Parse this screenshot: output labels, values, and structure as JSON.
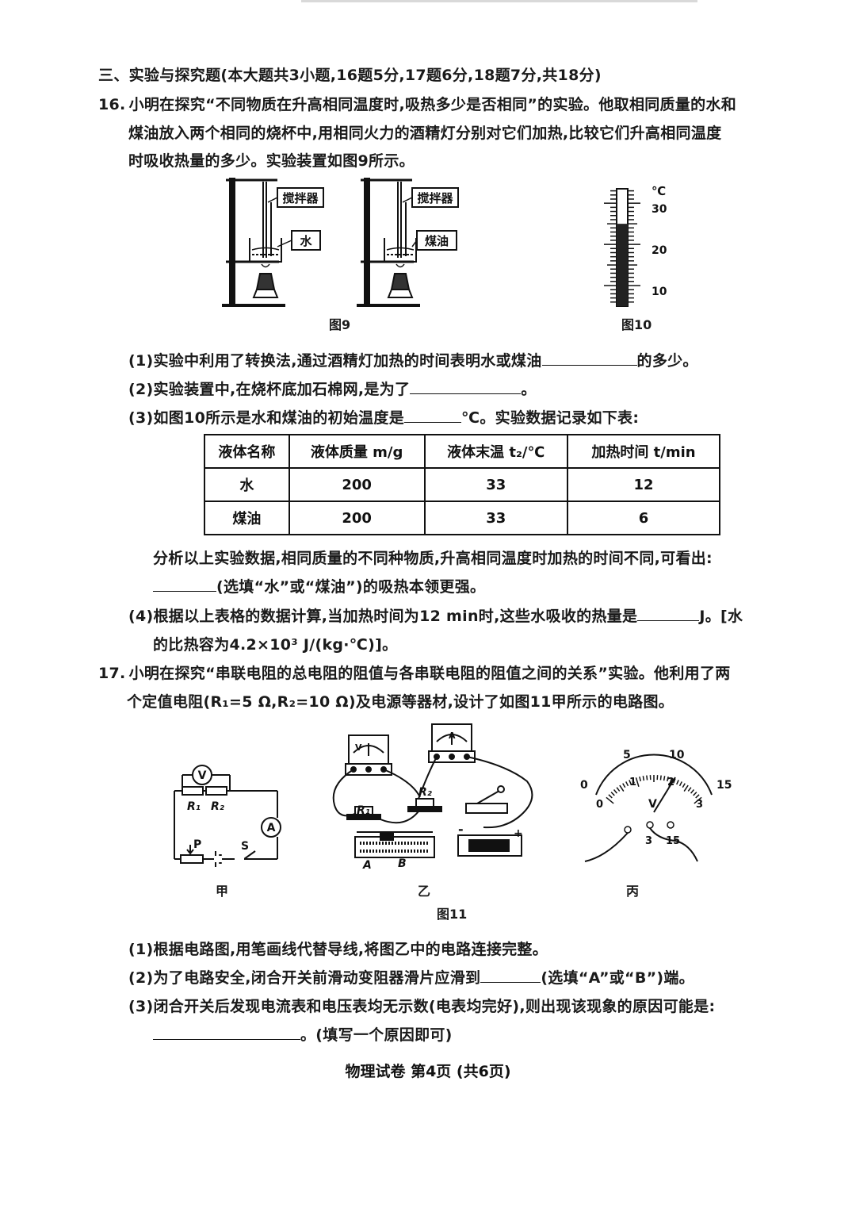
{
  "section_title": "三、实验与探究题(本大题共3小题,16题5分,17题6分,18题7分,共18分)",
  "q16": {
    "number": "16.",
    "stem_lines": [
      "小明在探究“不同物质在升高相同温度时,吸热多少是否相同”的实验。他取相同质量的水和",
      "煤油放入两个相同的烧杯中,用相同火力的酒精灯分别对它们加热,比较它们升高相同温度",
      "时吸收热量的多少。实验装置如图9所示。"
    ],
    "fig9": {
      "stirrer_label": "搅拌器",
      "liquid_left": "水",
      "liquid_right": "煤油",
      "caption": "图9"
    },
    "fig10": {
      "unit": "℃",
      "ticks": [
        "30",
        "20",
        "10"
      ],
      "reading_celsius": 25,
      "caption": "图10"
    },
    "sub1": {
      "pre": "(1)实验中利用了转换法,通过酒精灯加热的时间表明水或煤油",
      "post": "的多少。"
    },
    "sub2": {
      "pre": "(2)实验装置中,在烧杯底加石棉网,是为了",
      "post": "。"
    },
    "sub3": {
      "pre": "(3)如图10所示是水和煤油的初始温度是",
      "post": "℃。实验数据记录如下表:"
    },
    "table": {
      "headers": [
        "液体名称",
        "液体质量 m/g",
        "液体末温 t₂/℃",
        "加热时间 t/min"
      ],
      "rows": [
        [
          "水",
          "200",
          "33",
          "12"
        ],
        [
          "煤油",
          "200",
          "33",
          "6"
        ]
      ]
    },
    "analysis_line1": "分析以上实验数据,相同质量的不同种物质,升高相同温度时加热的时间不同,可看出:",
    "analysis_line2_post": "(选填“水”或“煤油”)的吸热本领更强。",
    "sub4_line1_pre": "(4)根据以上表格的数据计算,当加热时间为12 min时,这些水吸收的热量是",
    "sub4_line1_post": "J。[水",
    "sub4_line2": "的比热容为4.2×10³ J/(kg·℃)]。"
  },
  "q17": {
    "number": "17.",
    "stem_lines": [
      "小明在探究“串联电阻的总电阻的阻值与各串联电阻的阻值之间的关系”实验。他利用了两",
      "个定值电阻(R₁=5 Ω,R₂=10 Ω)及电源等器材,设计了如图11甲所示的电路图。"
    ],
    "fig11": {
      "caption": "图11",
      "jia": "甲",
      "yi": "乙",
      "bing": "丙",
      "labels": {
        "voltmeter": "V",
        "ammeter": "A",
        "r1": "R₁",
        "r2": "R₂",
        "p": "P",
        "s": "S",
        "a_end": "A",
        "b_end": "B",
        "minus": "-",
        "plus": "+"
      },
      "meter_outer_ticks": [
        "0",
        "5",
        "10",
        "15"
      ],
      "meter_inner_ticks": [
        "0",
        "1",
        "2",
        "3"
      ],
      "meter_terminals": [
        "3",
        "15"
      ]
    },
    "sub1": "(1)根据电路图,用笔画线代替导线,将图乙中的电路连接完整。",
    "sub2": {
      "pre": "(2)为了电路安全,闭合开关前滑动变阻器滑片应滑到",
      "post": "(选填“A”或“B”)端。"
    },
    "sub3_line1": "(3)闭合开关后发现电流表和电压表均无示数(电表均完好),则出现该现象的原因可能是:",
    "sub3_line2_post": "。(填写一个原因即可)"
  },
  "footer": "物理试卷  第4页  (共6页)"
}
